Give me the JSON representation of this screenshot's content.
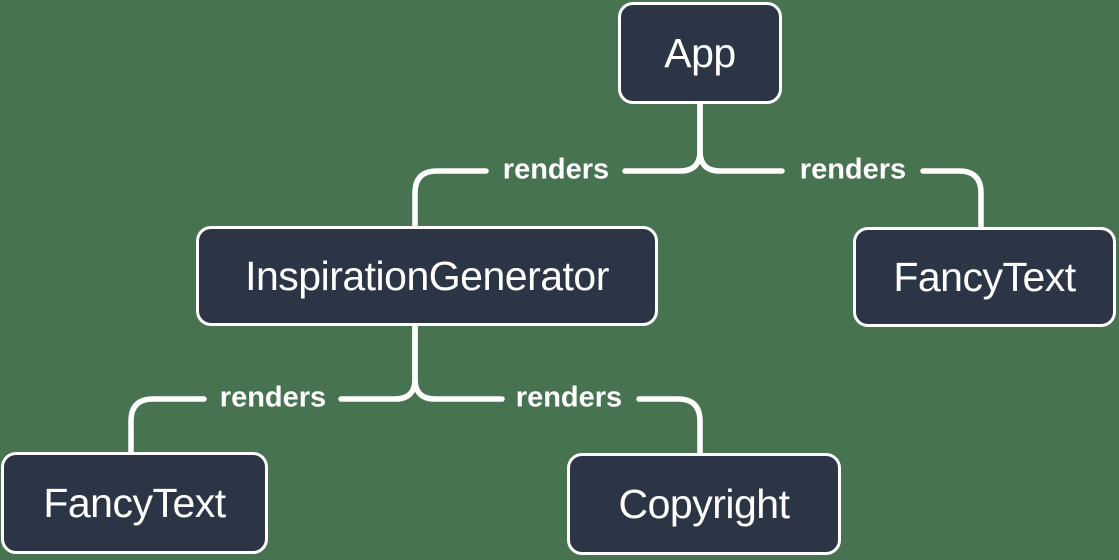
{
  "diagram": {
    "type": "render-tree",
    "edge_label": "renders"
  },
  "colors": {
    "background": "#487351",
    "node_fill": "#2C3545",
    "node_border": "#FFFFFF",
    "line": "#FFFFFF",
    "text": "#FFFFFF"
  },
  "nodes": {
    "app": {
      "label": "App"
    },
    "inspiration_generator": {
      "label": "InspirationGenerator"
    },
    "fancy_text_right": {
      "label": "FancyText"
    },
    "fancy_text_left": {
      "label": "FancyText"
    },
    "copyright": {
      "label": "Copyright"
    }
  },
  "edges": [
    {
      "from": "App",
      "to": "InspirationGenerator",
      "label": "renders"
    },
    {
      "from": "App",
      "to": "FancyText",
      "label": "renders"
    },
    {
      "from": "InspirationGenerator",
      "to": "FancyText",
      "label": "renders"
    },
    {
      "from": "InspirationGenerator",
      "to": "Copyright",
      "label": "renders"
    }
  ]
}
